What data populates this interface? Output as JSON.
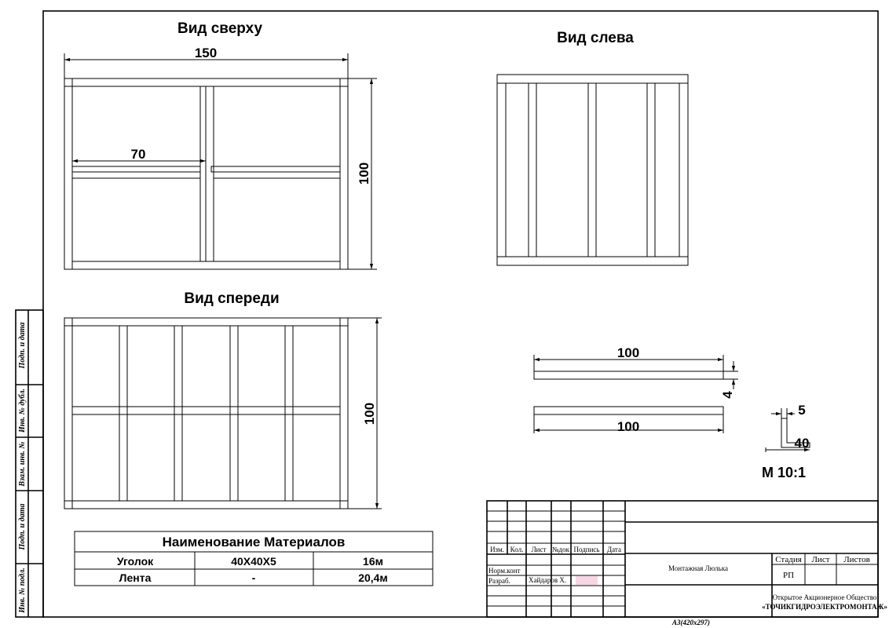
{
  "views": {
    "top": {
      "title": "Вид сверху",
      "dim_width": "150",
      "dim_height": "100",
      "dim_inner": "70"
    },
    "left": {
      "title": "Вид слева"
    },
    "front": {
      "title": "Вид спереди",
      "dim_height": "100"
    }
  },
  "details": {
    "strip_top_length": "100",
    "strip_thickness": "4",
    "strip_bottom_length": "100",
    "angle_thickness": "5",
    "angle_width": "40",
    "scale": "М 10:1"
  },
  "materials": {
    "title": "Наименование Материалов",
    "rows": [
      [
        "Уголок",
        "40Х40Х5",
        "16м"
      ],
      [
        "Лента",
        "-",
        "20,4м"
      ]
    ]
  },
  "side_stamp": {
    "labels": [
      "Подп. и дата",
      "Инв. № дубл.",
      "Взам. инв. №",
      "Подп. и дата",
      "Инв. № подл."
    ]
  },
  "title_block": {
    "headers": [
      "Изм.",
      "Кол.",
      "Лист",
      "№док",
      "Подпись",
      "Дата"
    ],
    "norm_control": "Норм.конт",
    "developer_label": "Разраб.",
    "developer_name": "Хайдаров Х.",
    "doc_name": "Монтажная Люлька",
    "stage_label": "Стадия",
    "sheet_label": "Лист",
    "sheets_label": "Листов",
    "stage_value": "РП",
    "org_line1": "Открытое Акционерное Общество",
    "org_line2": "«ТОЧИКГИДРОЭЛЕКТРОМОНТАЖ»",
    "format": "А3(420х297)"
  }
}
